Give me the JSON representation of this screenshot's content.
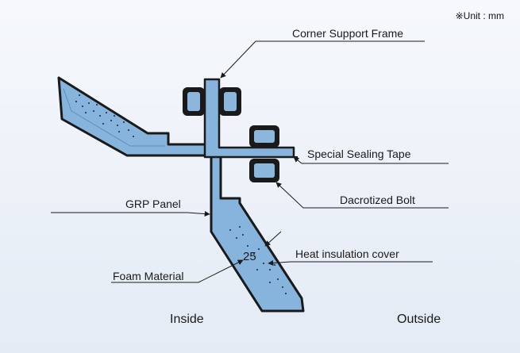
{
  "unit_note": "※Unit : mm",
  "labels": {
    "corner_support_frame": "Corner Support Frame",
    "special_sealing_tape": "Special Sealing Tape",
    "dacrotized_bolt": "Dacrotized Bolt",
    "grp_panel": "GRP Panel",
    "heat_insulation_cover": "Heat insulation cover",
    "foam_material": "Foam Material",
    "thickness": "25"
  },
  "regions": {
    "inside": "Inside",
    "outside": "Outside"
  },
  "colors": {
    "panel_fill": "#86b4dc",
    "outline": "#1a1a1a",
    "bolt_fill": "#8cb6dc",
    "foam_dots": "#222222"
  }
}
